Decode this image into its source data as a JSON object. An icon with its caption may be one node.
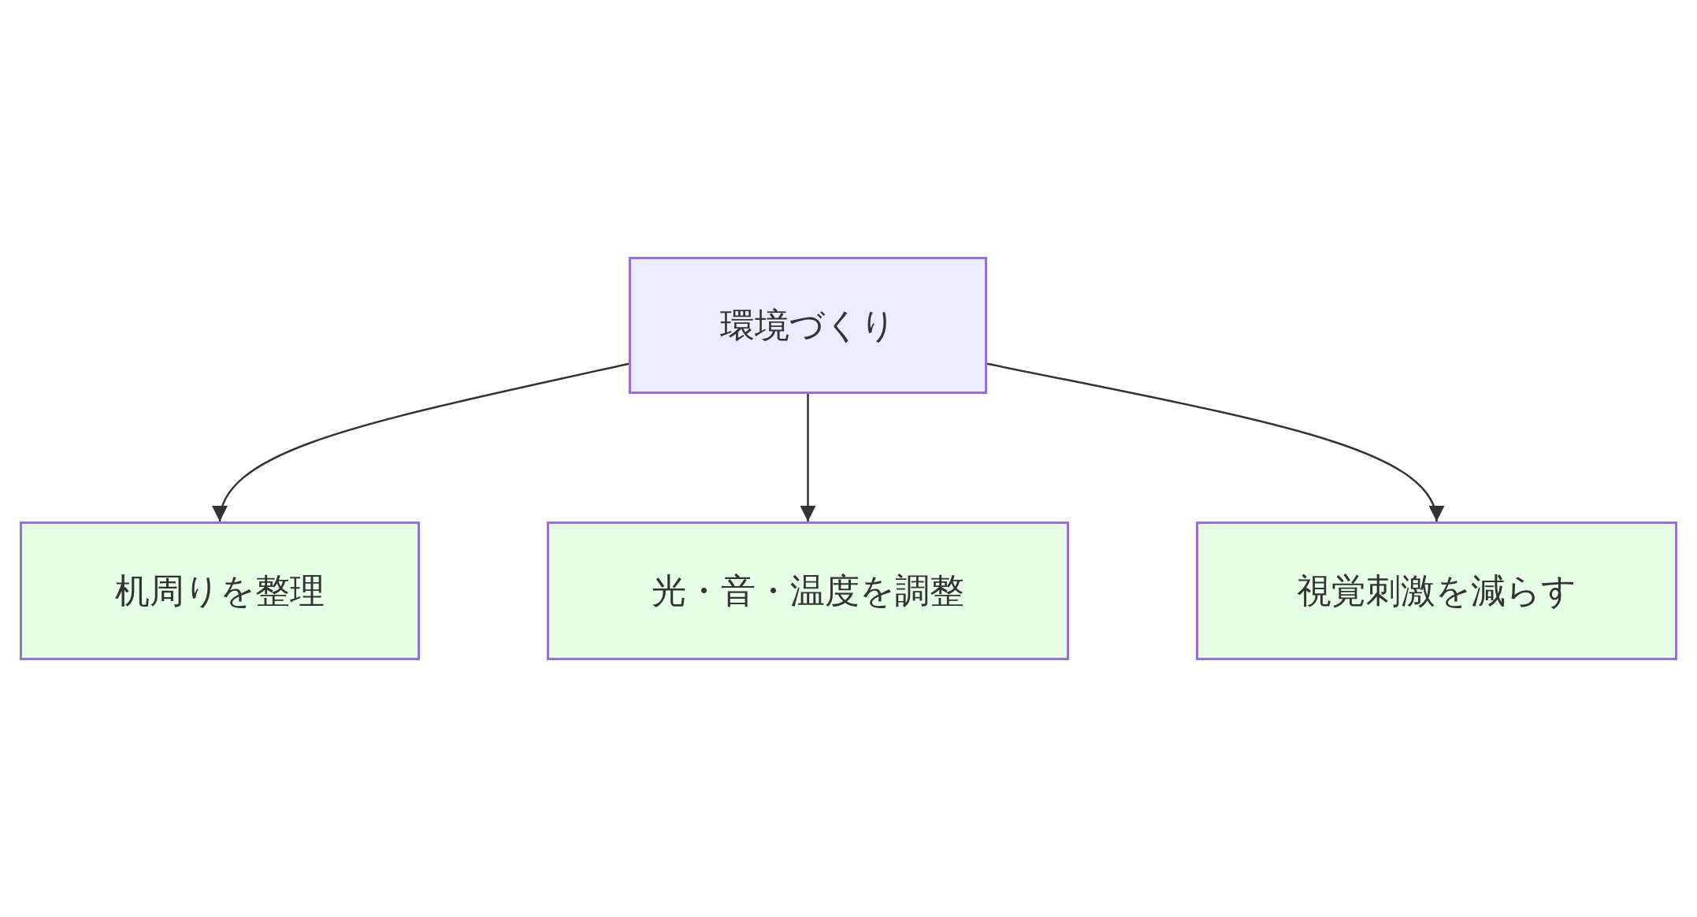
{
  "diagram": {
    "nodes": [
      {
        "text": [
          "環境づくり"
        ]
      },
      {
        "text": [
          "机周りを整理"
        ]
      },
      {
        "text": [
          "光・音・温度を調整"
        ]
      },
      {
        "text": [
          "視覚刺激を減らす"
        ]
      }
    ],
    "edges": [
      {
        "from": 0,
        "to": 1,
        "arrow": "to"
      },
      {
        "from": 0,
        "to": 2,
        "arrow": "to"
      },
      {
        "from": 0,
        "to": 3,
        "arrow": "to"
      }
    ]
  }
}
